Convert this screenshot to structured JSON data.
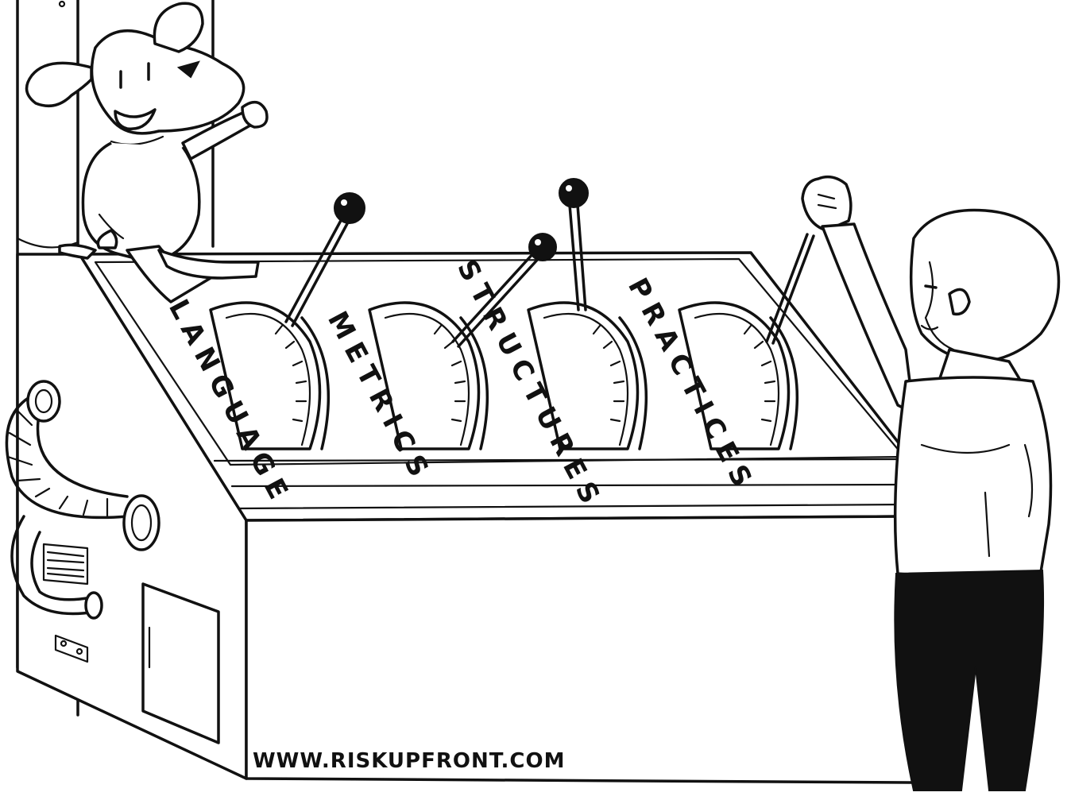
{
  "dials": [
    {
      "label": "LANGUAGE",
      "lever_level": 0.72
    },
    {
      "label": "METRICS",
      "lever_level": 0.78
    },
    {
      "label": "STRUCTURES",
      "lever_level": 0.52
    },
    {
      "label": "PRACTICES",
      "lever_level": 0.82
    }
  ],
  "credit": "WWW.RISKUPFRONT.COM"
}
